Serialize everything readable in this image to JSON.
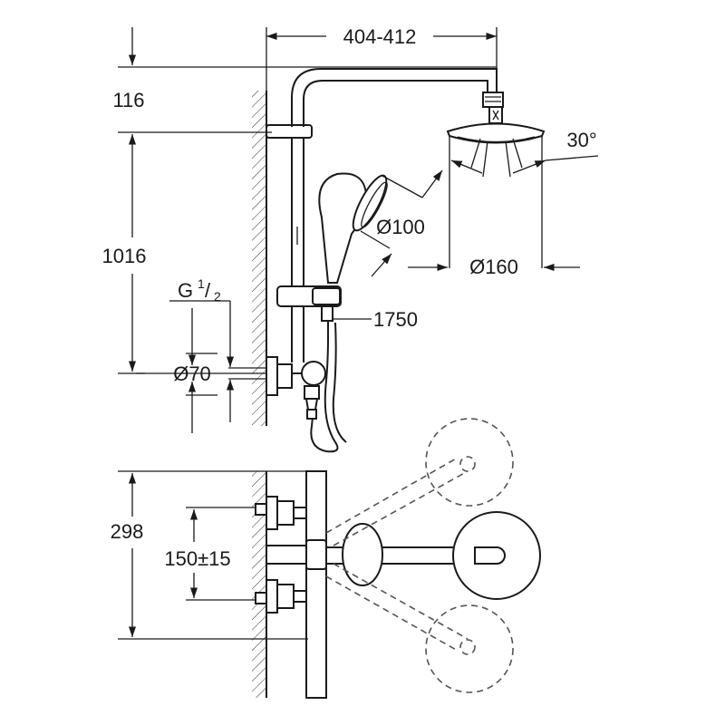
{
  "dimensions": {
    "width_span": "404-412",
    "top_offset": "116",
    "height": "1016",
    "angle": "30°",
    "handshower_diameter": "Ø100",
    "headshower_diameter": "Ø160",
    "hose_length": "1750",
    "connection_thread": "G",
    "thread_numerator": "1",
    "thread_denominator": "2",
    "flange_diameter": "Ø70",
    "plan_depth": "298",
    "center_distance": "150±15"
  }
}
